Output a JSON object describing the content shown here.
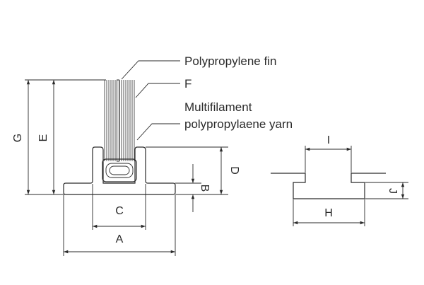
{
  "callouts": {
    "fin": "Polypropylene fin",
    "f": "F",
    "yarn_line1": "Multifilament",
    "yarn_line2": "polypropylaene yarn"
  },
  "dimensions": {
    "a": "A",
    "b": "B",
    "c": "C",
    "d": "D",
    "e": "E",
    "g": "G",
    "h": "H",
    "i": "I",
    "j": "J"
  }
}
